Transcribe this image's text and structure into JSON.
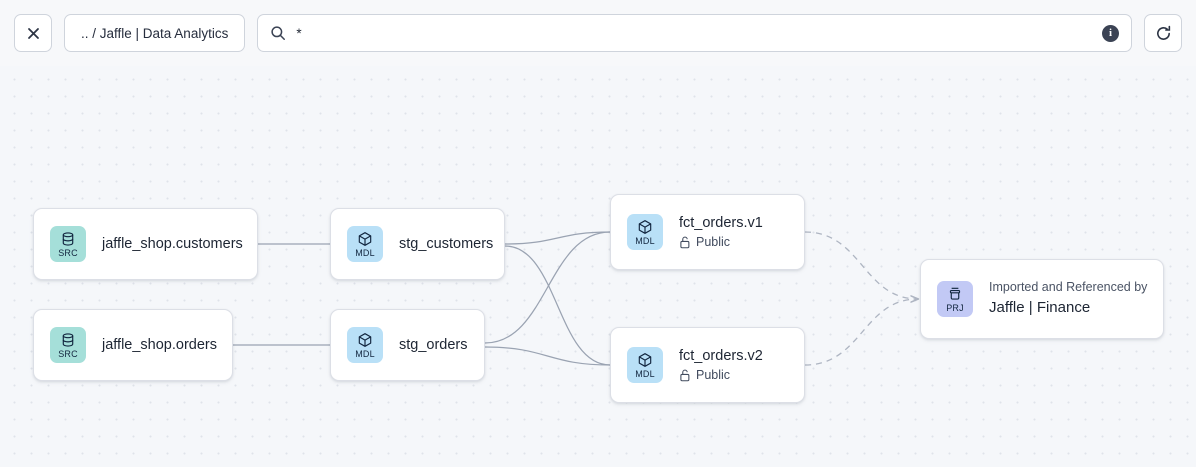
{
  "toolbar": {
    "close_label": "close-icon",
    "breadcrumb": ".. / Jaffle | Data Analytics",
    "search": {
      "value": "*",
      "placeholder": "",
      "icon": "search-icon",
      "info_glyph": "i"
    },
    "refresh_label": "refresh-icon"
  },
  "canvas": {
    "background": "#f5f7fa",
    "grid": "dots"
  },
  "colors": {
    "badge_src": "#a5dfd9",
    "badge_mdl": "#b9e0f7",
    "badge_prj": "#c2c9f5",
    "node_border": "#dcdfe6",
    "edge_solid": "#9aa3b2",
    "edge_dashed": "#aeb5c2"
  },
  "nodes": [
    {
      "id": "src-customers",
      "kind": "SRC",
      "badge": "database-icon",
      "title": "jaffle_shop.customers"
    },
    {
      "id": "src-orders",
      "kind": "SRC",
      "badge": "database-icon",
      "title": "jaffle_shop.orders"
    },
    {
      "id": "stg-customers",
      "kind": "MDL",
      "badge": "cube-icon",
      "title": "stg_customers"
    },
    {
      "id": "stg-orders",
      "kind": "MDL",
      "badge": "cube-icon",
      "title": "stg_orders"
    },
    {
      "id": "fct-v1",
      "kind": "MDL",
      "badge": "cube-icon",
      "title": "fct_orders.v1",
      "access": "Public",
      "access_icon": "unlock-icon"
    },
    {
      "id": "fct-v2",
      "kind": "MDL",
      "badge": "cube-icon",
      "title": "fct_orders.v2",
      "access": "Public",
      "access_icon": "unlock-icon"
    },
    {
      "id": "prj-finance",
      "kind": "PRJ",
      "badge": "project-icon",
      "eyebrow": "Imported and Referenced by",
      "title": "Jaffle | Finance"
    }
  ],
  "edges": [
    {
      "from": "src-customers",
      "to": "stg-customers",
      "style": "solid"
    },
    {
      "from": "src-orders",
      "to": "stg-orders",
      "style": "solid"
    },
    {
      "from": "stg-customers",
      "to": "fct-v1",
      "style": "solid"
    },
    {
      "from": "stg-customers",
      "to": "fct-v2",
      "style": "solid"
    },
    {
      "from": "stg-orders",
      "to": "fct-v1",
      "style": "solid"
    },
    {
      "from": "stg-orders",
      "to": "fct-v2",
      "style": "solid"
    },
    {
      "from": "fct-v1",
      "to": "prj-finance",
      "style": "dashed",
      "arrow": true
    },
    {
      "from": "fct-v2",
      "to": "prj-finance",
      "style": "dashed",
      "arrow": true
    }
  ]
}
